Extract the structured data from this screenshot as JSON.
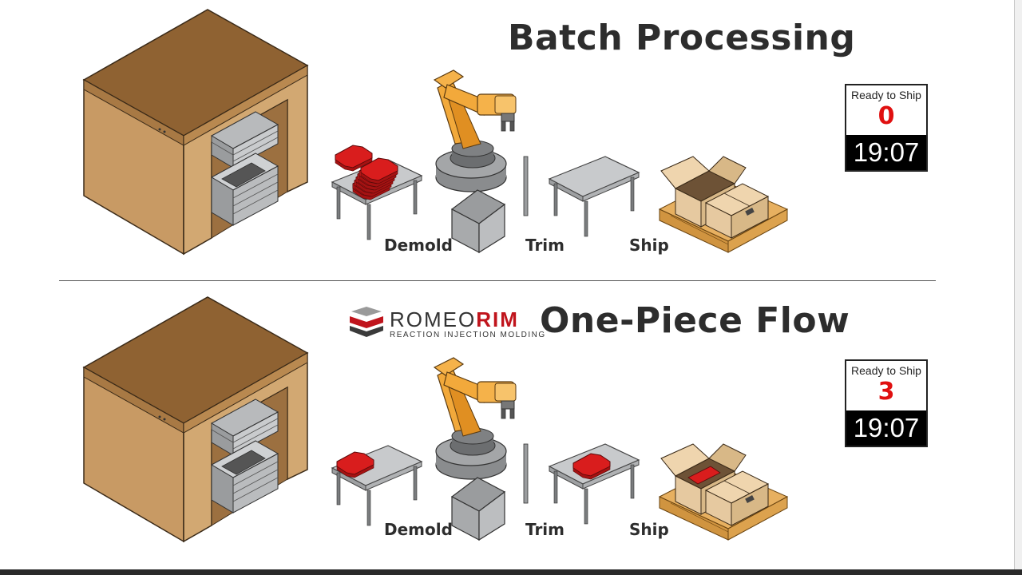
{
  "batch": {
    "title": "Batch Processing",
    "counter": {
      "caption": "Ready to Ship",
      "count": "0",
      "time": "19:07"
    },
    "stations": {
      "demold": "Demold",
      "trim": "Trim",
      "ship": "Ship"
    }
  },
  "flow": {
    "title": "One-Piece Flow",
    "counter": {
      "caption": "Ready to Ship",
      "count": "3",
      "time": "19:07"
    },
    "stations": {
      "demold": "Demold",
      "trim": "Trim",
      "ship": "Ship"
    }
  },
  "logo": {
    "name_part1": "ROMEO",
    "name_part2": "RIM",
    "tagline": "REACTION INJECTION MOLDING"
  },
  "colors": {
    "accent_red": "#e01010",
    "part_red": "#d91d1d",
    "robot_orange": "#f2a93b",
    "wood": "#b88a55",
    "steel": "#c8cacc"
  }
}
